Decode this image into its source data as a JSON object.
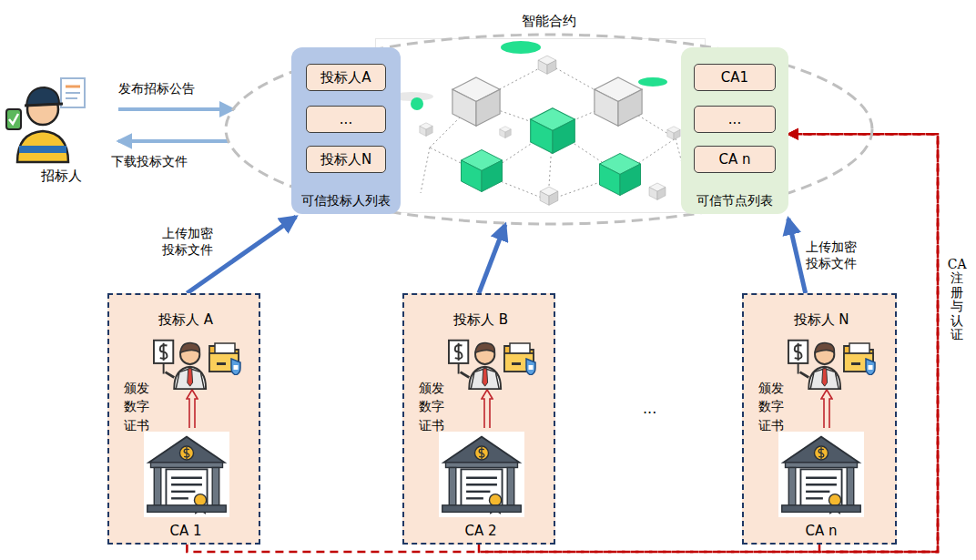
{
  "diagram": {
    "nodes": [
      {
        "text": [
          "招标人"
        ]
      },
      {
        "text": [
          "智能合约"
        ]
      },
      {
        "text": [
          "可信投标人列表"
        ],
        "in": 1
      },
      {
        "text": [
          "投标人A"
        ],
        "in": 2
      },
      {
        "text": [
          "..."
        ],
        "in": 2
      },
      {
        "text": [
          "投标人N"
        ],
        "in": 2
      },
      {
        "text": [
          "可信节点列表"
        ],
        "in": 1
      },
      {
        "text": [
          "CA1"
        ],
        "in": 6
      },
      {
        "text": [
          "..."
        ],
        "in": 6
      },
      {
        "text": [
          "CA n"
        ],
        "in": 6
      },
      {
        "text": [
          "投标人 A",
          "颁发数字证书",
          "CA 1"
        ]
      },
      {
        "text": [
          "投标人 B",
          "颁发数字证书",
          "CA 2"
        ]
      },
      {
        "text": [
          "投标人 N",
          "颁发数字证书",
          "CA n"
        ]
      }
    ],
    "edges": [
      {
        "from": 0,
        "to": 1,
        "arrow": "to",
        "label": "发布招标公告"
      },
      {
        "from": 1,
        "to": 0,
        "arrow": "to",
        "label": "下载投标文件"
      },
      {
        "from": 10,
        "to": 1,
        "arrow": "to",
        "label": "上传加密投标文件"
      },
      {
        "from": 11,
        "to": 1,
        "arrow": "to"
      },
      {
        "from": 12,
        "to": 1,
        "arrow": "to",
        "label": "上传加密投标文件"
      },
      {
        "from": 10,
        "to": 6,
        "arrow": "to"
      },
      {
        "from": 11,
        "to": 6,
        "arrow": "to"
      },
      {
        "from": 12,
        "to": 6,
        "arrow": "to",
        "label": "CA注册与认证"
      }
    ],
    "labels": [
      "···"
    ]
  }
}
